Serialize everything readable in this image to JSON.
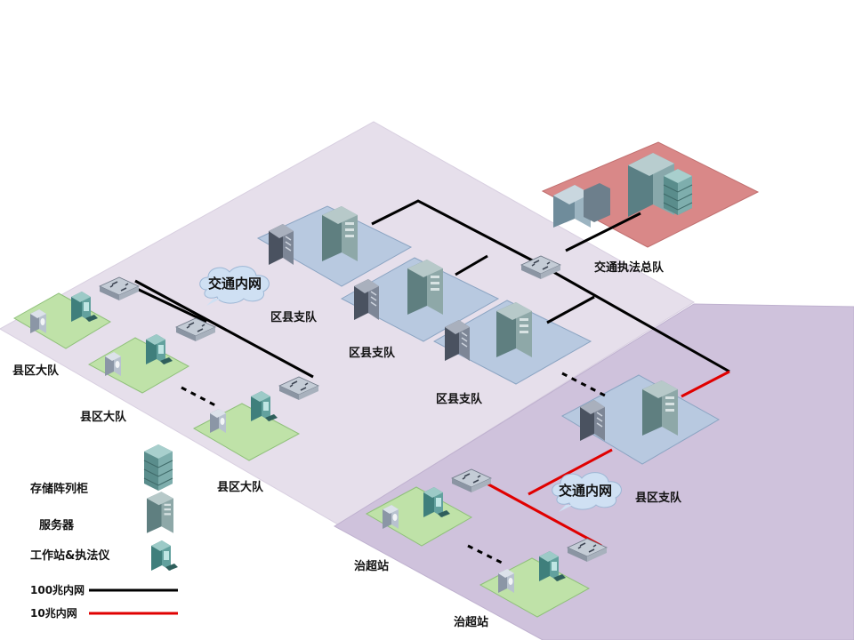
{
  "labels": {
    "hq": "交通执法总队",
    "district_1": "区县支队",
    "district_2": "区县支队",
    "district_3": "区县支队",
    "county_team_1": "县区大队",
    "county_team_2": "县区大队",
    "county_team_3": "县区大队",
    "county_branch": "县区支队",
    "station_1": "治超站",
    "station_2": "治超站",
    "cloud_upper": "交通内网",
    "cloud_lower": "交通内网"
  },
  "legend": {
    "storage": "存储阵列柜",
    "server": "服务器",
    "workstation": "工作站&执法仪",
    "net100": "100兆内网",
    "net10": "10兆内网"
  },
  "colors": {
    "net100": "#000000",
    "net10": "#e00000",
    "upper_region": "#e6dfeb",
    "lower_region": "#cfc2dc",
    "hq_pad": "#d98888",
    "district_pad": "#b8c9e0",
    "team_pad": "#bfe2a8"
  },
  "icons": [
    "storage-array-icon",
    "server-icon",
    "workstation-icon",
    "switch-icon",
    "cloud-icon",
    "building-icon"
  ]
}
